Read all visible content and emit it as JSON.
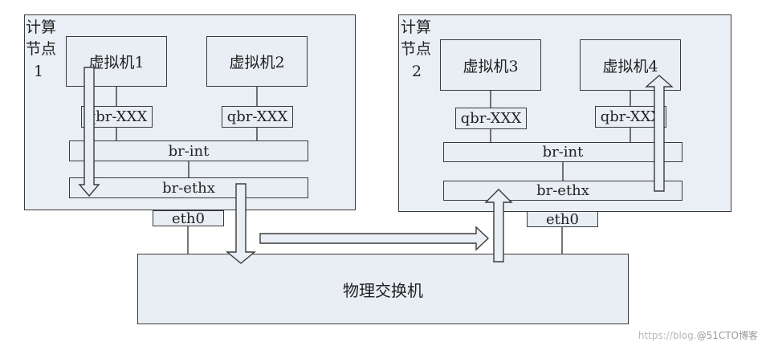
{
  "node1": {
    "label_line1": "计算",
    "label_line2": "节点",
    "label_line3": "1",
    "vm_a": "虚拟机1",
    "vm_b": "虚拟机2",
    "qbr_a": "qbr-XXX",
    "qbr_b": "qbr-XXX",
    "br_int": "br-int",
    "br_ethx": "br-ethx",
    "eth": "eth0"
  },
  "node2": {
    "label_line1": "计算",
    "label_line2": "节点",
    "label_line3": "2",
    "vm_a": "虚拟机3",
    "vm_b": "虚拟机4",
    "qbr_a": "qbr-XXX",
    "qbr_b": "qbr-XXX",
    "br_int": "br-int",
    "br_ethx": "br-ethx",
    "eth": "eth0"
  },
  "switch": {
    "label": "物理交换机"
  },
  "watermark": {
    "prefix": "https://blog.",
    "strong": "@51CTO博客"
  }
}
